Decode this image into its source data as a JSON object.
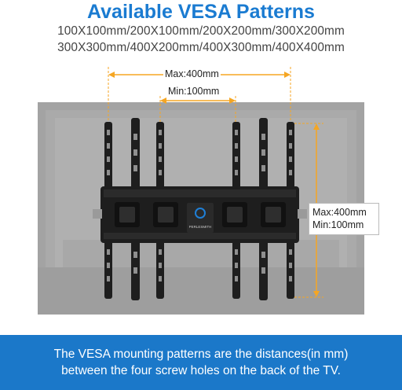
{
  "title": "Available VESA Patterns",
  "patterns": {
    "line1": "100X100mm/200X100mm/200X200mm/300X200mm",
    "line2": "300X300mm/400X200mm/400X300mm/400X400mm"
  },
  "dimensions": {
    "horizontal_max": "Max:400mm",
    "horizontal_min": "Min:100mm",
    "vertical_max": "Max:400mm",
    "vertical_min": "Min:100mm"
  },
  "brand_logo": "PERLESMITH",
  "colors": {
    "title": "#1a7bd1",
    "arrow": "#f5a623",
    "tv": "#a0a0a0",
    "bracket": "#1e1e1e",
    "footer": "#1b78c9"
  },
  "footer": {
    "line1": "The VESA mounting patterns are the distances(in mm)",
    "line2": "between the four screw holes on the back of the TV."
  }
}
